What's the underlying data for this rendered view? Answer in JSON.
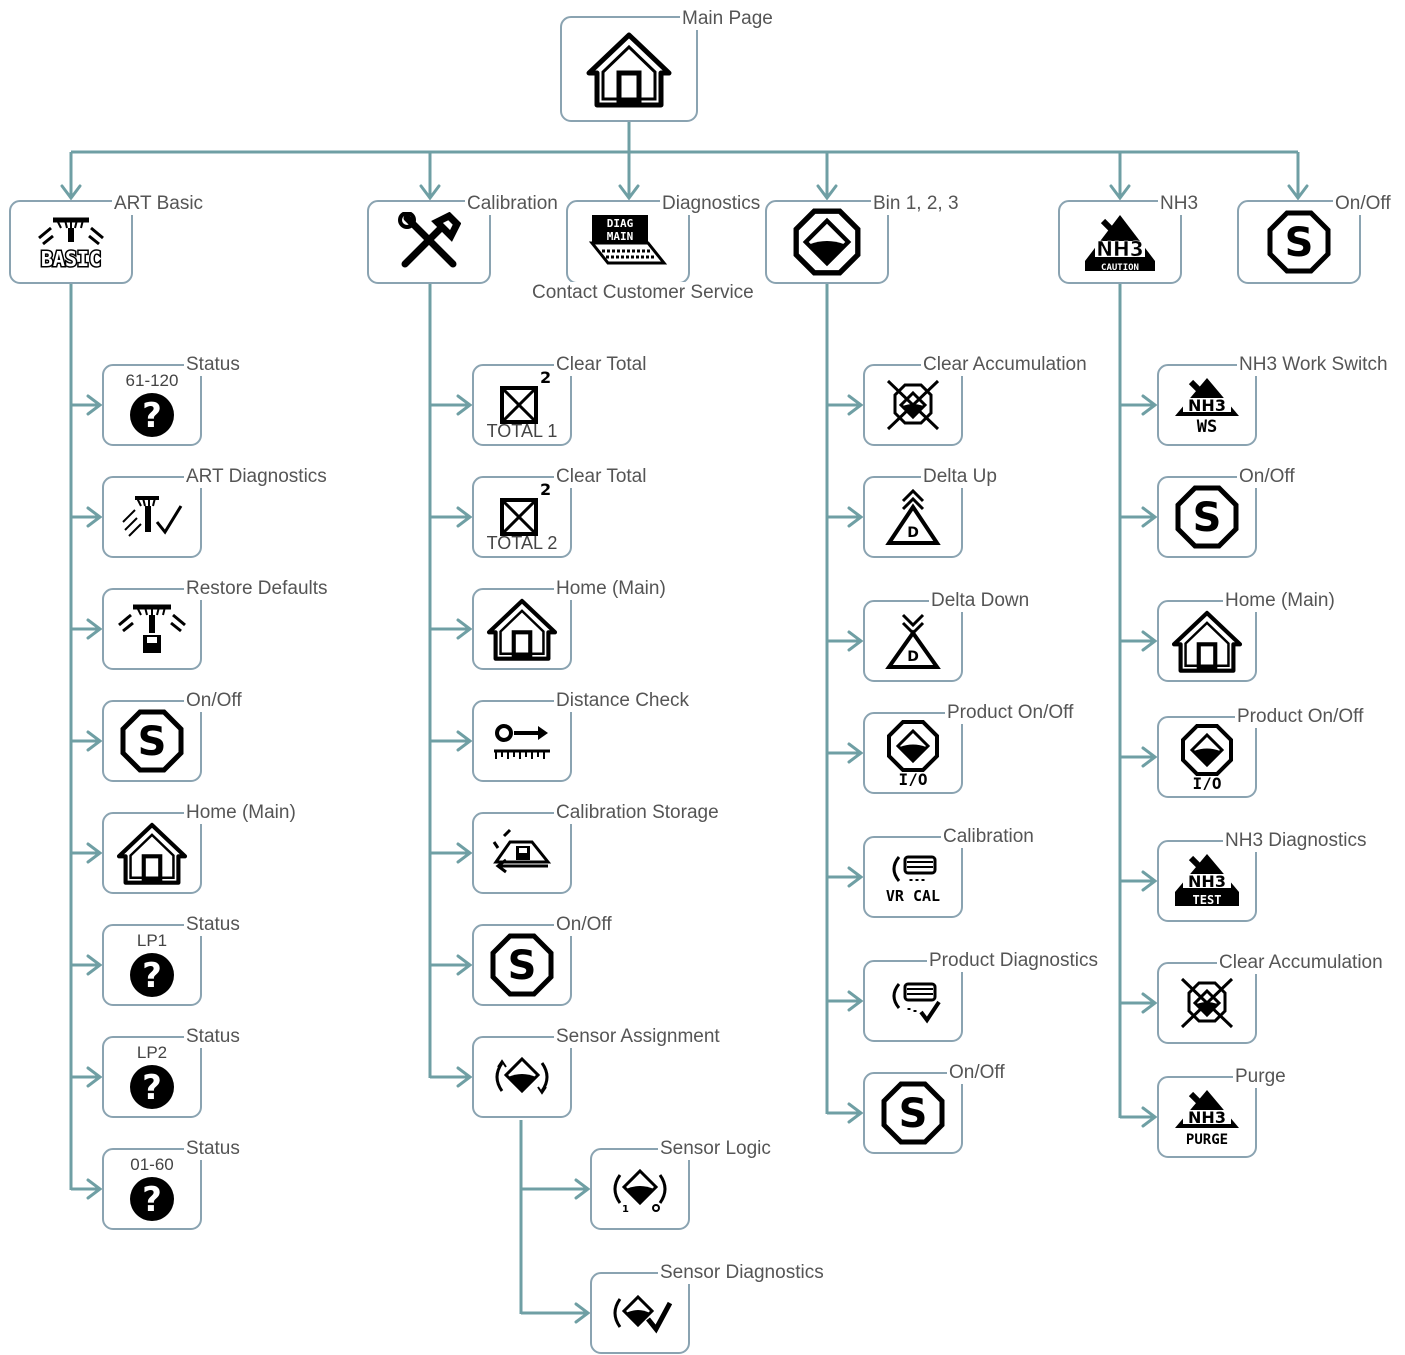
{
  "root": {
    "label": "Main Page",
    "icon": "home-icon"
  },
  "categories": [
    {
      "label": "ART Basic",
      "icon": "art-basic-icon",
      "icon_text": "BASIC"
    },
    {
      "label": "Calibration",
      "icon": "tools-icon"
    },
    {
      "label": "Diagnostics",
      "icon": "diag-main-icon",
      "icon_text": "DIAG MAIN",
      "note": "Contact Customer Service"
    },
    {
      "label": "Bin 1, 2, 3",
      "icon": "bin-icon"
    },
    {
      "label": "NH3",
      "icon": "nh3-caution-icon",
      "icon_text": "NH3",
      "icon_sub": "CAUTION"
    },
    {
      "label": "On/Off",
      "icon": "on-off-icon"
    }
  ],
  "art_basic": [
    {
      "label": "Status",
      "icon": "status-question-icon",
      "inner": "61-120"
    },
    {
      "label": "ART Diagnostics",
      "icon": "art-diagnostics-icon"
    },
    {
      "label": "Restore Defaults",
      "icon": "restore-defaults-icon"
    },
    {
      "label": "On/Off",
      "icon": "on-off-icon"
    },
    {
      "label": "Home (Main)",
      "icon": "home-icon"
    },
    {
      "label": "Status",
      "icon": "status-question-icon",
      "inner": "LP1"
    },
    {
      "label": "Status",
      "icon": "status-question-icon",
      "inner": "LP2"
    },
    {
      "label": "Status",
      "icon": "status-question-icon",
      "inner": "01-60"
    }
  ],
  "calibration": [
    {
      "label": "Clear Total",
      "icon": "clear-total-icon",
      "inner": "TOTAL 1",
      "sup": "2"
    },
    {
      "label": "Clear Total",
      "icon": "clear-total-icon",
      "inner": "TOTAL 2",
      "sup": "2"
    },
    {
      "label": "Home (Main)",
      "icon": "home-icon"
    },
    {
      "label": "Distance Check",
      "icon": "distance-check-icon"
    },
    {
      "label": "Calibration Storage",
      "icon": "calibration-storage-icon"
    },
    {
      "label": "On/Off",
      "icon": "on-off-icon"
    },
    {
      "label": "Sensor Assignment",
      "icon": "sensor-assignment-icon"
    }
  ],
  "sensor": [
    {
      "label": "Sensor Logic",
      "icon": "sensor-logic-icon"
    },
    {
      "label": "Sensor Diagnostics",
      "icon": "sensor-diagnostics-icon"
    }
  ],
  "bin": [
    {
      "label": "Clear Accumulation",
      "icon": "clear-accumulation-icon"
    },
    {
      "label": "Delta Up",
      "icon": "delta-up-icon",
      "inner": "D"
    },
    {
      "label": "Delta Down",
      "icon": "delta-down-icon",
      "inner": "D"
    },
    {
      "label": "Product On/Off",
      "icon": "product-on-off-icon",
      "inner": "I/O"
    },
    {
      "label": "Calibration",
      "icon": "vr-cal-icon",
      "inner": "VR CAL"
    },
    {
      "label": "Product Diagnostics",
      "icon": "product-diagnostics-icon"
    },
    {
      "label": "On/Off",
      "icon": "on-off-icon"
    }
  ],
  "nh3": [
    {
      "label": "NH3 Work Switch",
      "icon": "nh3-ws-icon",
      "inner": "NH3",
      "sub": "WS"
    },
    {
      "label": "On/Off",
      "icon": "on-off-icon"
    },
    {
      "label": "Home (Main)",
      "icon": "home-icon"
    },
    {
      "label": "Product On/Off",
      "icon": "product-on-off-icon",
      "inner": "I/O"
    },
    {
      "label": "NH3 Diagnostics",
      "icon": "nh3-test-icon",
      "inner": "NH3",
      "sub": "TEST"
    },
    {
      "label": "Clear Accumulation",
      "icon": "clear-accumulation-icon"
    },
    {
      "label": "Purge",
      "icon": "nh3-purge-icon",
      "inner": "NH3",
      "sub": "PURGE"
    }
  ],
  "colors": {
    "connector": "#6f9fa4",
    "box_border": "#8aa3b1",
    "label": "#555555"
  }
}
